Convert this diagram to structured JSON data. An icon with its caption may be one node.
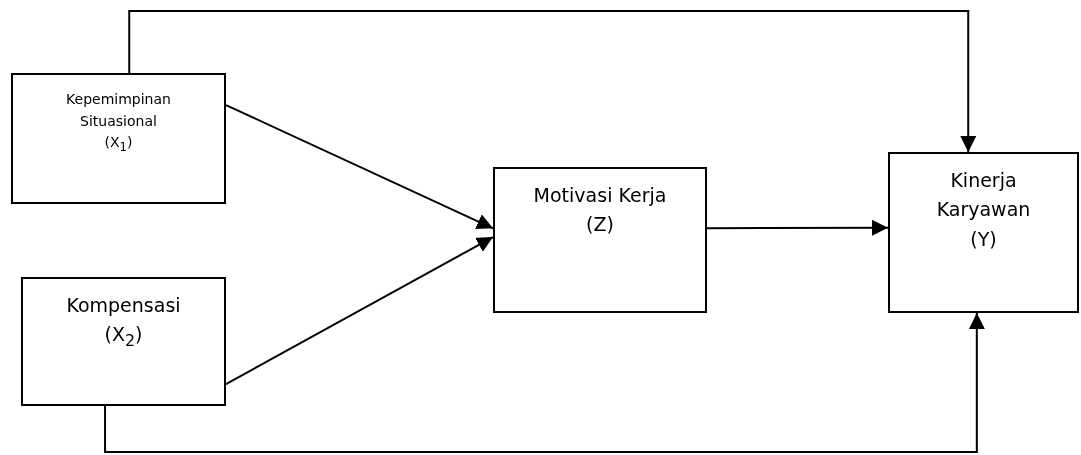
{
  "diagram": {
    "nodes": [
      {
        "text": [
          "Kepemimpinan Situasional",
          "(X$_{1}$)"
        ]
      },
      {
        "text": [
          "Kompensasi",
          "(X$_{2}$)"
        ]
      },
      {
        "text": [
          "Motivasi Kerja",
          "(Z)"
        ]
      },
      {
        "text": [
          "Kinerja Karyawan",
          "(Y)"
        ]
      }
    ],
    "edges": [
      {
        "from": 0,
        "to": 2,
        "arrow": "to"
      },
      {
        "from": 1,
        "to": 2,
        "arrow": "to"
      },
      {
        "from": 2,
        "to": 3,
        "arrow": "to"
      },
      {
        "from": 0,
        "to": 3,
        "arrow": "to"
      },
      {
        "from": 1,
        "to": 3,
        "arrow": "to"
      }
    ]
  }
}
